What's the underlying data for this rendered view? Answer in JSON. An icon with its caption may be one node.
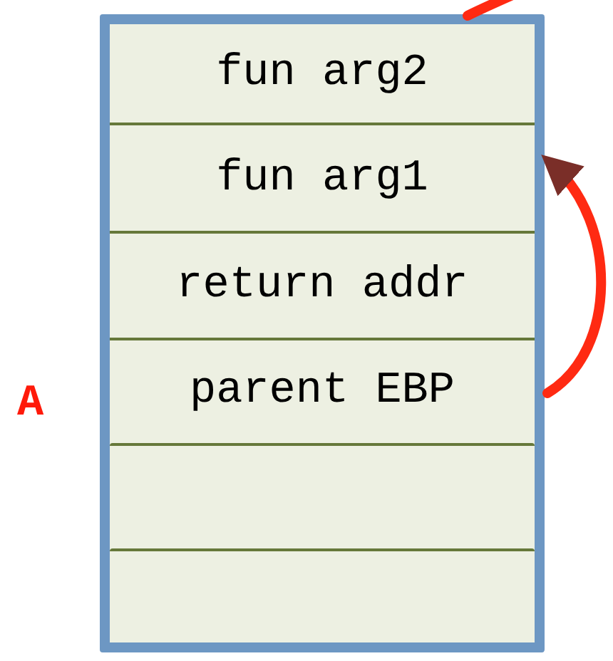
{
  "diagram": {
    "nodes": [
      {
        "text": [],
        "shape": "box"
      },
      {
        "text": [
          "fun arg2"
        ],
        "in": 0
      },
      {
        "text": [
          "fun arg1"
        ],
        "in": 0
      },
      {
        "text": [
          "return addr"
        ],
        "in": 0
      },
      {
        "text": [
          "parent EBP"
        ],
        "in": 0
      },
      {
        "text": [],
        "shape": "box",
        "in": 0
      },
      {
        "text": [],
        "shape": "box",
        "in": 0
      }
    ],
    "edges": [
      {
        "from": 4,
        "to": 2,
        "arrow": "to"
      },
      {
        "from": 0,
        "to": null,
        "arrow": "none"
      }
    ],
    "labels": [
      "A"
    ]
  }
}
